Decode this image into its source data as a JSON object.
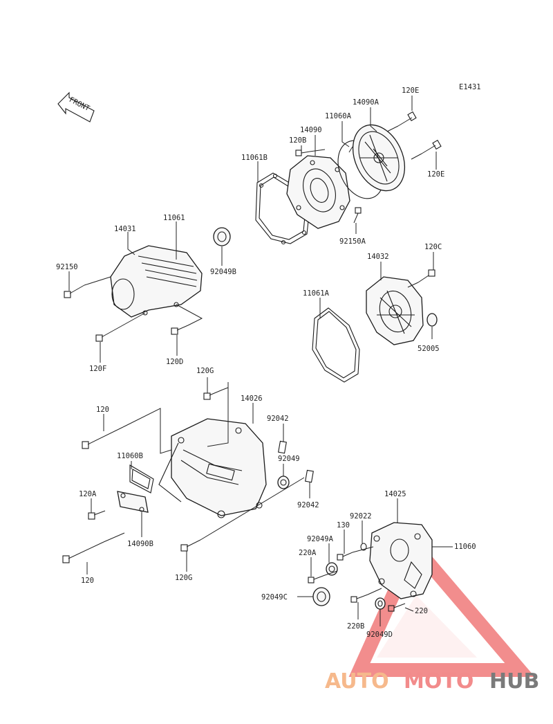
{
  "diagram_code": "E1431",
  "front_marker": "FRONT",
  "part_labels": {
    "p120E_top": "120E",
    "p14090A": "14090A",
    "p11060A": "11060A",
    "p14090": "14090",
    "p120B": "120B",
    "p11061B": "11061B",
    "p120E_right": "120E",
    "p92150A": "92150A",
    "p14031": "14031",
    "p11061": "11061",
    "p92150": "92150",
    "p92049B": "92049B",
    "p120C": "120C",
    "p14032": "14032",
    "p11061A": "11061A",
    "p52005": "52005",
    "p120F": "120F",
    "p120D": "120D",
    "p120G_top": "120G",
    "p14026": "14026",
    "p120_top": "120",
    "p92042_top": "92042",
    "p11060B": "11060B",
    "p92049": "92049",
    "p120A": "120A",
    "p92042_bot": "92042",
    "p14090B": "14090B",
    "p120_bot": "120",
    "p120G_bot": "120G",
    "p14025": "14025",
    "p92022": "92022",
    "p130": "130",
    "p92049A": "92049A",
    "p11060": "11060",
    "p220A": "220A",
    "p92049C": "92049C",
    "p220": "220",
    "p220B": "220B",
    "p92049D": "92049D"
  },
  "watermark": {
    "part_auto": "AUTO",
    "part_moto": "MOTO",
    "part_hub": "HUB",
    "color_auto": "#f6b98c",
    "color_moto": "#f28b8b",
    "color_hub": "#7a7a7a",
    "triangle_color": "#f07a7a"
  }
}
